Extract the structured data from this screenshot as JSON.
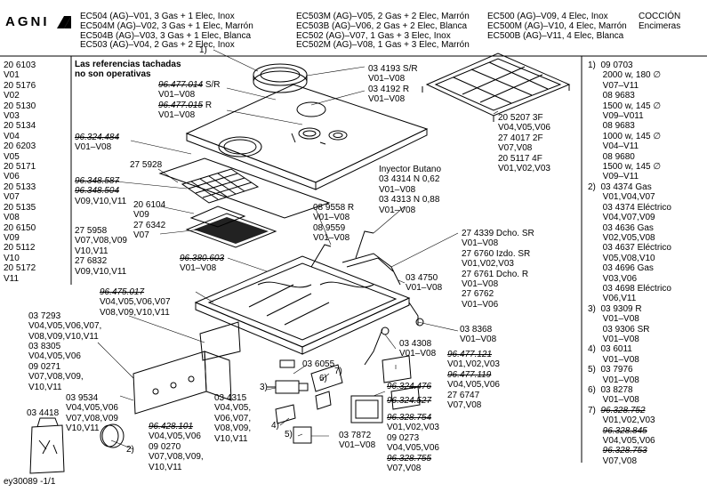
{
  "brand": "AGNI",
  "header": {
    "col1": [
      "EC504 (AG)–V01, 3 Gas + 1 Elec, Inox",
      "EC504M (AG)–V02, 3 Gas + 1 Elec, Marrón",
      "EC504B (AG)–V03, 3 Gas + 1 Elec, Blanca",
      "EC503 (AG)–V04, 2 Gas + 2 Elec, Inox"
    ],
    "col2": [
      "EC503M (AG)–V05, 2 Gas + 2 Elec, Marrón",
      "EC503B (AG)–V06, 2 Gas + 2 Elec, Blanca",
      "EC502 (AG)–V07, 1 Gas + 3 Elec, Inox",
      "EC502M (AG)–V08, 1 Gas + 3 Elec, Marrón"
    ],
    "col3": [
      "EC500 (AG)–V09, 4 Elec, Inox",
      "EC500M (AG)–V10, 4 Elec, Marrón",
      "EC500B (AG)–V11, 4 Elec, Blanca"
    ],
    "category": [
      "COCCIÓN",
      "Encimeras"
    ]
  },
  "note": [
    "Las referencias tachadas",
    "no son  operativas"
  ],
  "left_index": [
    "20 6103",
    "V01",
    "20 5176",
    "V02",
    "20 5130",
    "V03",
    "20 5134",
    "V04",
    "20 6203",
    "V05",
    "20 5171",
    "V06",
    "20 5133",
    "V07",
    "20 5135",
    "V08",
    "20 6150",
    "V09",
    "20 5112",
    "V10",
    "20 5172",
    "V11"
  ],
  "labels": {
    "l_plate_top": [
      "1)",
      "03 4193 S/R",
      "V01–V08",
      "03 4192 R",
      "V01–V08"
    ],
    "l_strike1": [
      "96.477.014",
      " S/R"
    ],
    "l_strike1_b": [
      "V01–V08"
    ],
    "l_strike2": [
      "96.477.015",
      " R"
    ],
    "l_strike2_b": [
      "V01–V08"
    ],
    "l_324484": [
      "96.324.484"
    ],
    "l_324484_b": [
      "V01–V08"
    ],
    "l_275928": [
      "27 5928"
    ],
    "l_348587": [
      "96.348.587"
    ],
    "l_348504": [
      "96.348.504"
    ],
    "l_348504_b": [
      "V09,V10,V11"
    ],
    "l_206104": [
      "20 6104",
      "V09",
      "27 6342",
      "V07"
    ],
    "l_275958": [
      "27 5958",
      "V07,V08,V09",
      "V10,V11",
      "27 6832",
      "V09,V10,V11"
    ],
    "l_grid": [
      "20 5207 3F",
      "V04,V05,V06",
      "27 4017 2F",
      "V07,V08",
      "20 5117 4F",
      "V01,V02,V03"
    ],
    "l_inyector": [
      "Inyector Butano",
      "03 4314 N 0,62",
      "V01–V08",
      "03 4313 N 0,88",
      "V01–V08"
    ],
    "l_089558": [
      "08 9558 R",
      "V01–V08",
      "08 9559",
      "V01–V08"
    ],
    "l_380603": [
      "96.380.603"
    ],
    "l_380603_b": [
      "V01–V08"
    ],
    "l_274339": [
      "27 4339 Dcho. SR",
      "V01–V08",
      "27 6760 Izdo. SR",
      "V01,V02,V03",
      "27 6761 Dcho. R",
      "V01–V08",
      "27 6762",
      "V01–V06"
    ],
    "l_034750": [
      "03 4750",
      "V01–V08"
    ],
    "l_475017": [
      "96.475.017"
    ],
    "l_475017_b": [
      "V04,V05,V06,V07",
      "V08,V09,V10,V11"
    ],
    "l_037293": [
      "03 7293",
      "V04,V05,V06,V07,",
      "V08,V09,V10,V11"
    ],
    "l_038305": [
      "03 8305",
      "V04,V05,V06",
      "09 0271",
      "V07,V08,V09,",
      "V10,V11"
    ],
    "l_039534": [
      "03 9534",
      "V04,V05,V06",
      "V07,V08,V09",
      "V10,V11"
    ],
    "l_034418": [
      "03 4418"
    ],
    "l_num2": [
      "2)"
    ],
    "l_428101": [
      "96.428.101"
    ],
    "l_428101_b": [
      "V04,V05,V06",
      "09 0270",
      "V07,V08,V09,",
      "V10,V11"
    ],
    "l_034315": [
      "03 4315",
      "V04,V05,",
      "V06,V07,",
      "V08,V09,",
      "V10,V11"
    ],
    "l_num3": [
      "3)"
    ],
    "l_num4": [
      "4)"
    ],
    "l_num5": [
      "5)"
    ],
    "l_036055": [
      "03 6055"
    ],
    "l_num6": [
      "6)"
    ],
    "l_num7": [
      "7)"
    ],
    "l_038368": [
      "03 8368",
      "V01–V08"
    ],
    "l_034308": [
      "03 4308",
      "V01–V08"
    ],
    "l_477121": [
      "96.477.121"
    ],
    "l_477121_b": [
      "V01,V02,V03"
    ],
    "l_477119": [
      "96.477.119"
    ],
    "l_477119_b": [
      "V04,V05,V06",
      "27 6747",
      "V07,V08"
    ],
    "l_324476": [
      "96.324.476"
    ],
    "l_324527": [
      "96.324.527"
    ],
    "l_328754": [
      "96.328.754"
    ],
    "l_328754_b": [
      "V01,V02,V03",
      "09 0273",
      "V04,V05,V06"
    ],
    "l_328755": [
      "96.328.755"
    ],
    "l_328755_b": [
      "V07,V08"
    ],
    "l_037872": [
      "03 7872",
      "V01–V08"
    ]
  },
  "right_list": [
    {
      "t": "1)  09 0703",
      "s": false
    },
    {
      "t": "      2000 w, 180 ∅",
      "s": false
    },
    {
      "t": "      V07–V11",
      "s": false
    },
    {
      "t": "      08 9683",
      "s": false
    },
    {
      "t": "      1500 w, 145 ∅",
      "s": false
    },
    {
      "t": "      V09–V011",
      "s": false
    },
    {
      "t": "      08 9683",
      "s": false
    },
    {
      "t": "      1000 w, 145 ∅",
      "s": false
    },
    {
      "t": "      V04–V11",
      "s": false
    },
    {
      "t": "      08 9680",
      "s": false
    },
    {
      "t": "      1500 w, 145 ∅",
      "s": false
    },
    {
      "t": "      V09–V11",
      "s": false
    },
    {
      "t": "2)  03 4374 Gas",
      "s": false
    },
    {
      "t": "      V01,V04,V07",
      "s": false
    },
    {
      "t": "      03 4374 Eléctrico",
      "s": false
    },
    {
      "t": "      V04,V07,V09",
      "s": false
    },
    {
      "t": "      03 4636 Gas",
      "s": false
    },
    {
      "t": "      V02,V05,V08",
      "s": false
    },
    {
      "t": "      03 4637 Eléctrico",
      "s": false
    },
    {
      "t": "      V05,V08,V10",
      "s": false
    },
    {
      "t": "      03 4696 Gas",
      "s": false
    },
    {
      "t": "      V03,V06",
      "s": false
    },
    {
      "t": "      03 4698 Eléctrico",
      "s": false
    },
    {
      "t": "      V06,V11",
      "s": false
    },
    {
      "t": "3)  03 9309 R",
      "s": false
    },
    {
      "t": "      V01–V08",
      "s": false
    },
    {
      "t": "      03 9306 SR",
      "s": false
    },
    {
      "t": "      V01–V08",
      "s": false
    },
    {
      "t": "4)  03 6011",
      "s": false
    },
    {
      "t": "      V01–V08",
      "s": false
    },
    {
      "t": "5)  03 7976",
      "s": false
    },
    {
      "t": "      V01–V08",
      "s": false
    },
    {
      "t": "6)  03 8278",
      "s": false
    },
    {
      "t": "      V01–V08",
      "s": false
    },
    {
      "t": "7)  ",
      "s2": "96.328.752"
    },
    {
      "t": "      V01,V02,V03",
      "s": false
    },
    {
      "t": "      ",
      "s2": "96.328.845"
    },
    {
      "t": "      V04,V05,V06",
      "s": false
    },
    {
      "t": "      ",
      "s2": "96.328.753"
    },
    {
      "t": "      V07,V08",
      "s": false
    }
  ],
  "footer": "ey30089 -1/1"
}
